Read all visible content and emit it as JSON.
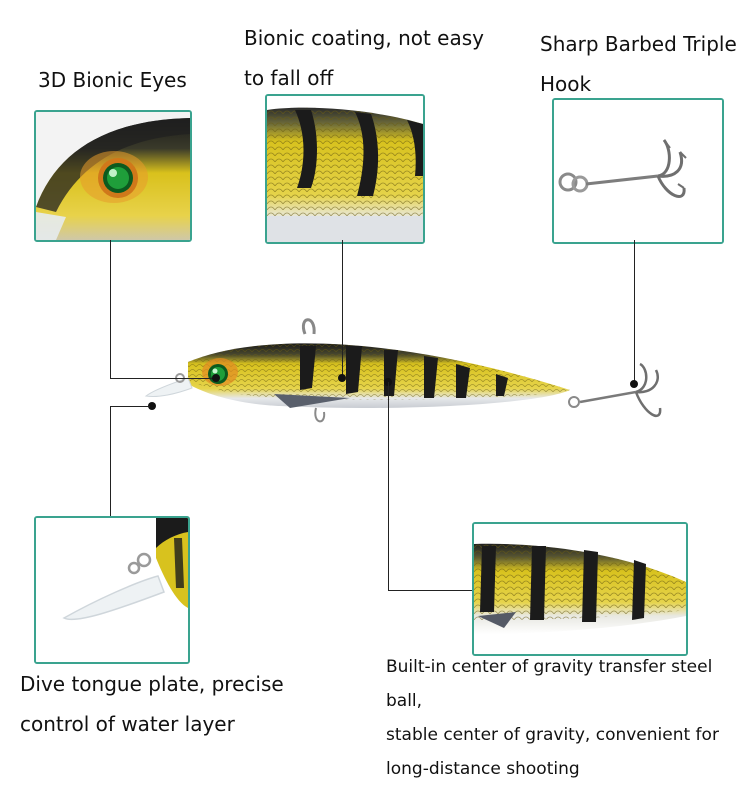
{
  "labels": {
    "eyes": "3D Bionic Eyes",
    "coating_line1": "Bionic coating, not easy",
    "coating_line2": "to fall off",
    "hook_line1": "Sharp Barbed Triple",
    "hook_line2": "Hook",
    "tongue_line1": "Dive tongue plate, precise",
    "tongue_line2": "control of water layer",
    "gravity_line1": "Built-in center of gravity transfer steel ball,",
    "gravity_line2": "stable center of gravity, convenient for",
    "gravity_line3": "long-distance shooting"
  },
  "colors": {
    "inset_border": "#3aa38f",
    "lure_yellow": "#d8c21e",
    "lure_stripe": "#1b1b1b",
    "eye_green": "#1f9e3a",
    "eye_ring": "#e07a1a"
  },
  "icons": {
    "eye_detail": "lure-eye-closeup",
    "coating_detail": "lure-body-scales-closeup",
    "hook_detail": "treble-hook",
    "tongue_detail": "diving-lip-closeup",
    "gravity_detail": "lure-belly-closeup",
    "main_product": "minnow-fishing-lure"
  }
}
